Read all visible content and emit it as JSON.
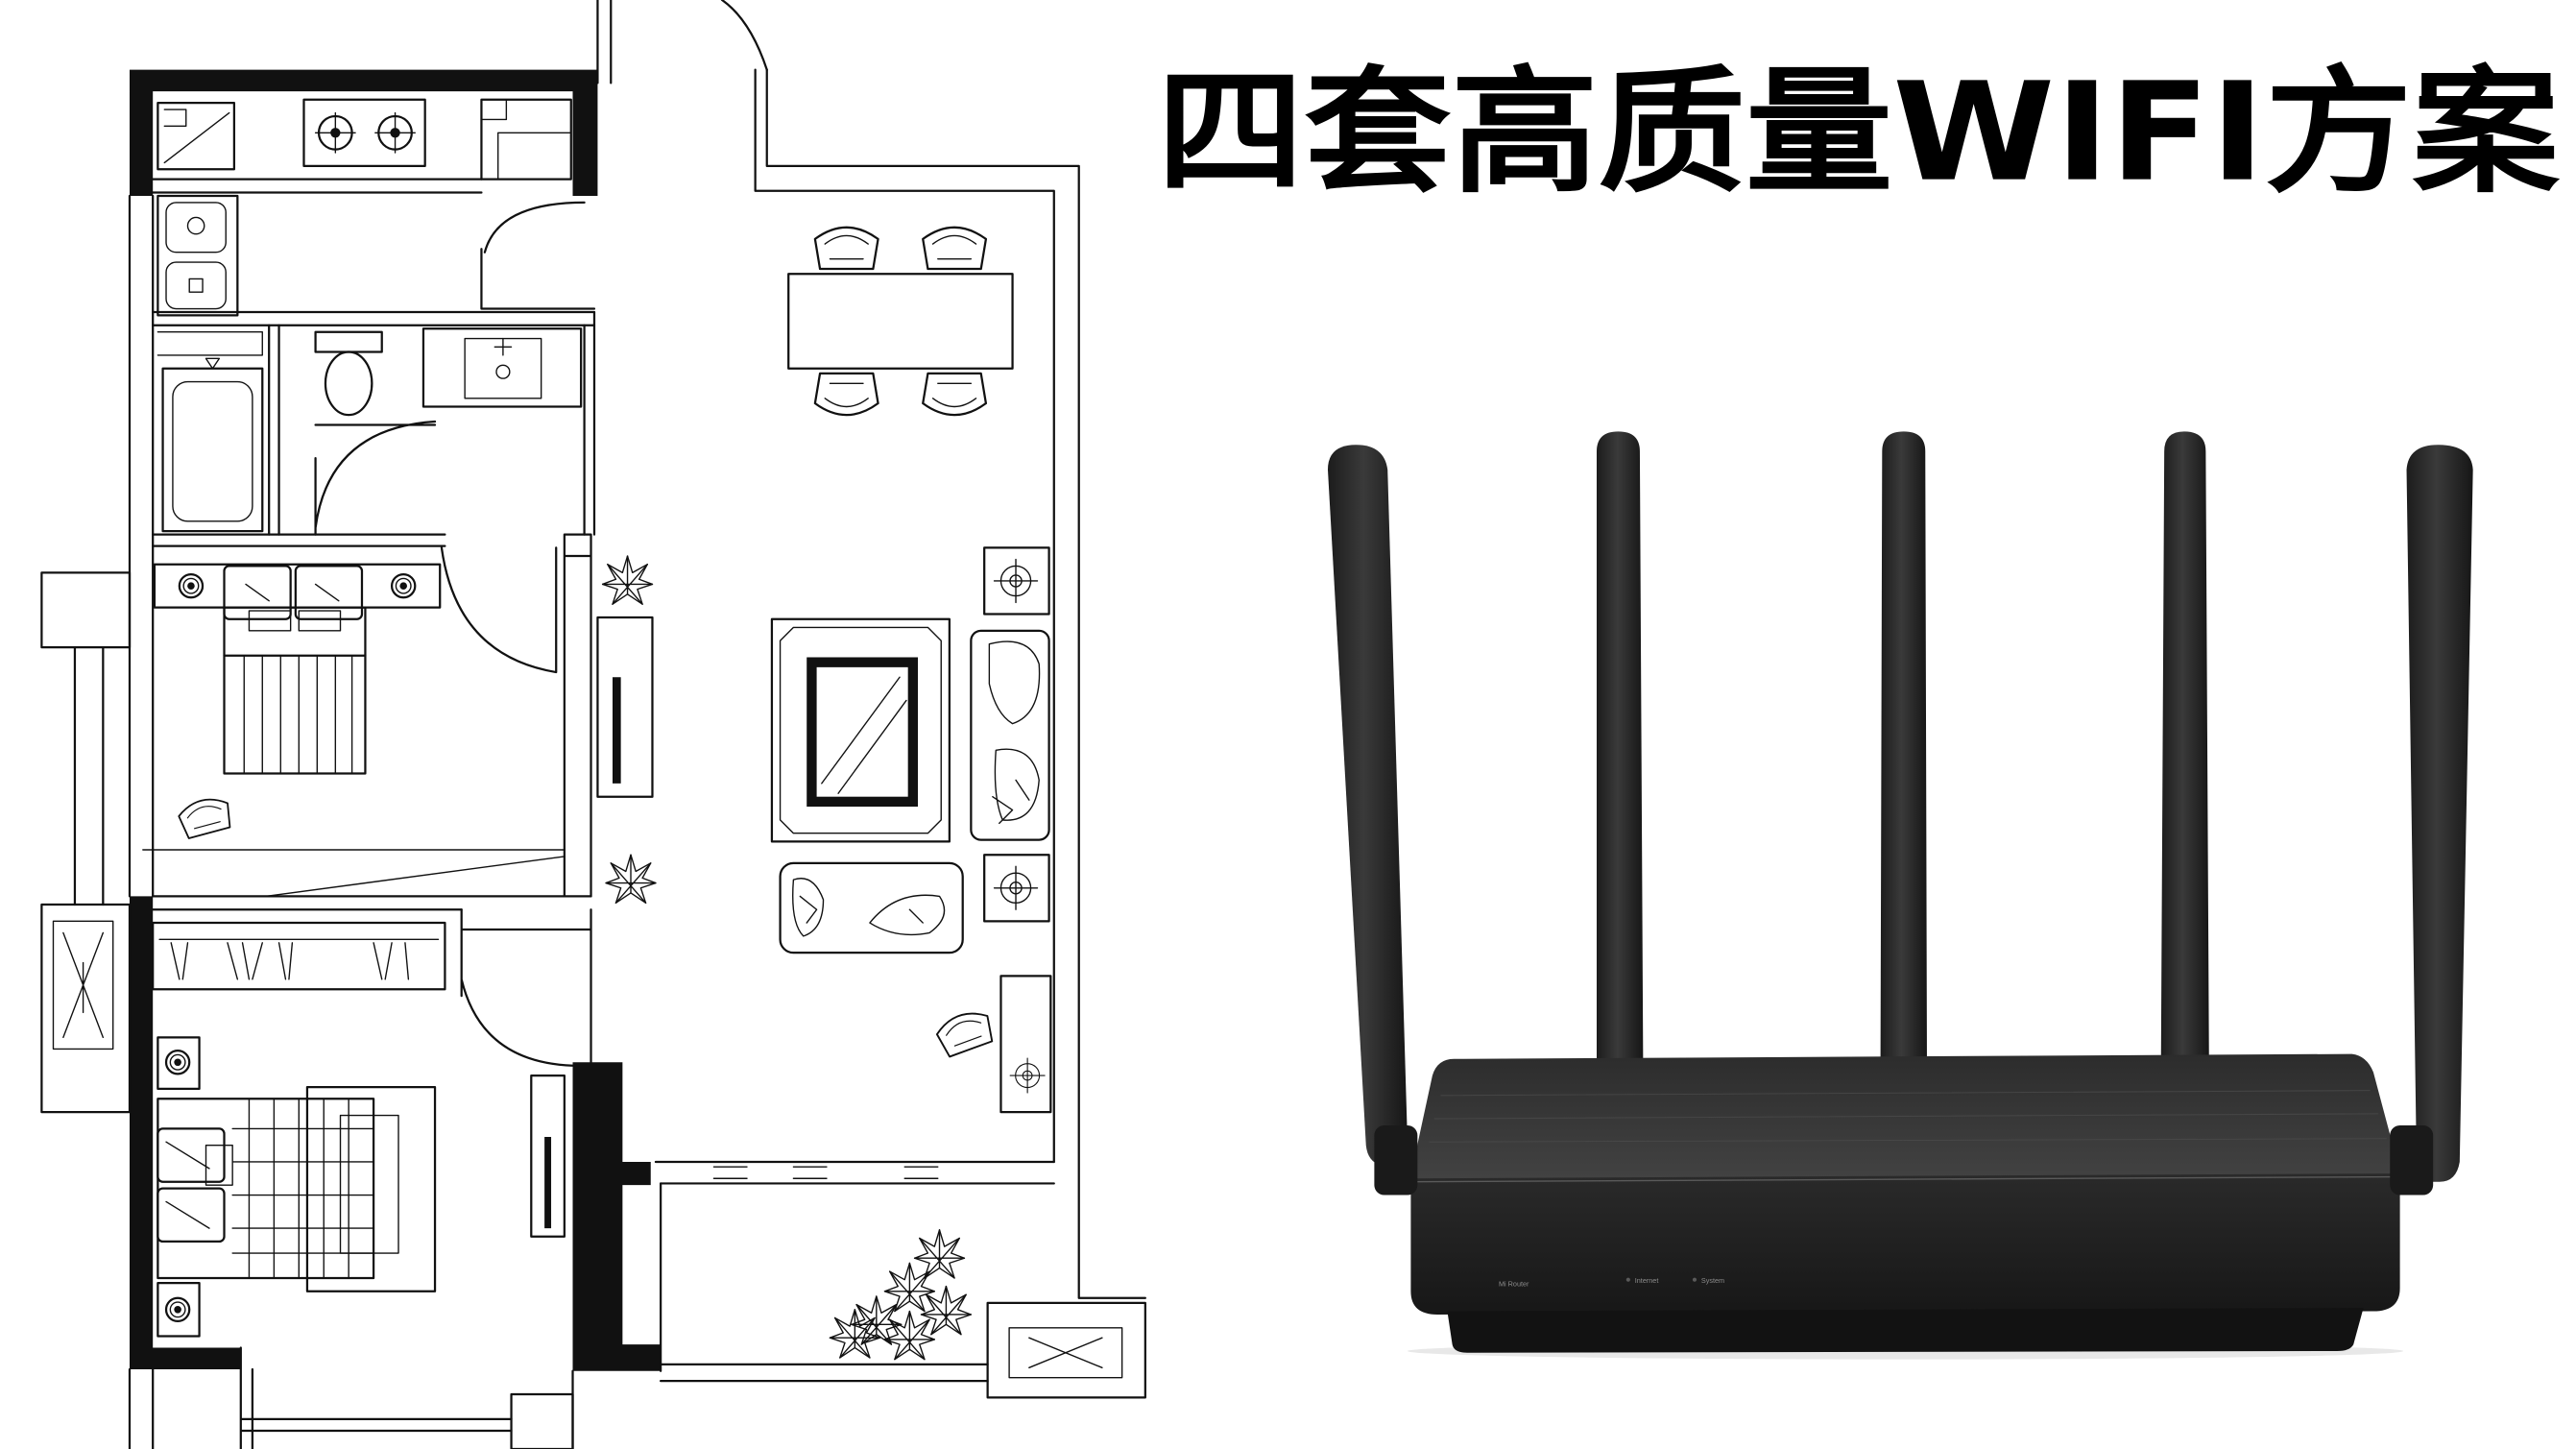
{
  "title": "四套高质量WIFI方案",
  "router": {
    "model_label": "Mi Router",
    "indicators": [
      {
        "label": "Internet"
      },
      {
        "label": "System"
      }
    ]
  },
  "colors": {
    "background": "#ffffff",
    "line": "#111111",
    "title": "#000000",
    "router_body": "#1f1f1f",
    "router_top": "#3a3a3a"
  }
}
